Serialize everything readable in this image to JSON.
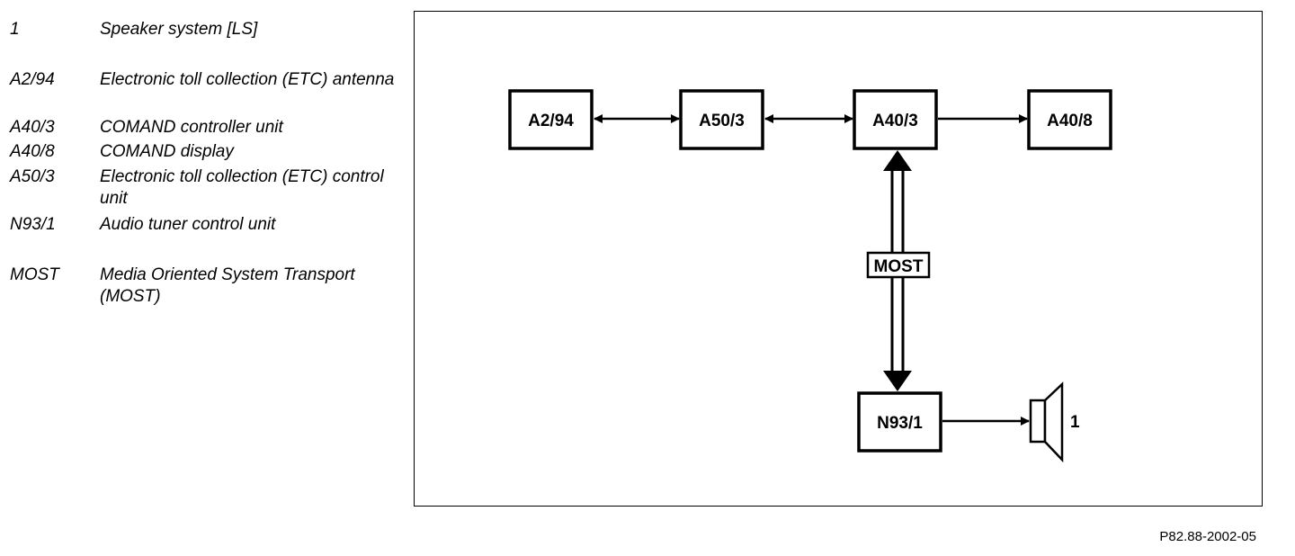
{
  "legend": [
    {
      "code": "1",
      "desc": "Speaker system [LS]"
    },
    {
      "code": "A2/94",
      "desc": "Electronic toll collection (ETC) antenna"
    },
    {
      "code": "A40/3",
      "desc": "COMAND controller unit"
    },
    {
      "code": "A40/8",
      "desc": "COMAND display"
    },
    {
      "code": "A50/3",
      "desc": "Electronic toll collection (ETC) control unit"
    },
    {
      "code": "N93/1",
      "desc": "Audio tuner control unit"
    },
    {
      "code": "MOST",
      "desc": "Media Oriented System Transport (MOST)"
    }
  ],
  "diagram": {
    "boxes": {
      "a2_94": "A2/94",
      "a50_3": "A50/3",
      "a40_3": "A40/3",
      "a40_8": "A40/8",
      "n93_1": "N93/1"
    },
    "bus_label": "MOST",
    "speaker_label": "1"
  },
  "reference": "P82.88-2002-05"
}
